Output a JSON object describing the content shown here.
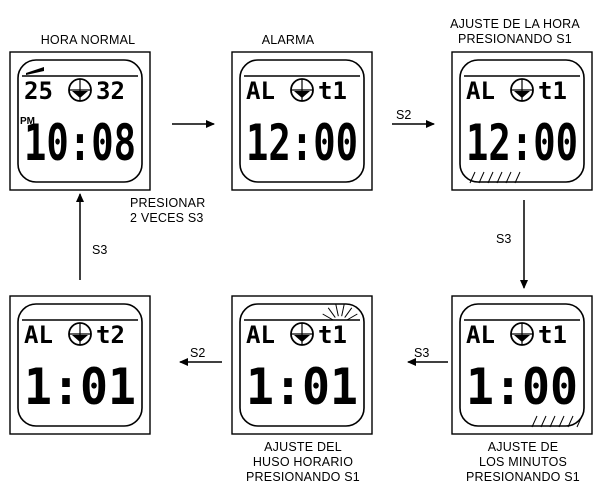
{
  "captions": {
    "hora_normal": "HORA NORMAL",
    "alarma": "ALARMA",
    "ajuste_hora": [
      "AJUSTE DE LA HORA",
      "PRESIONANDO S1"
    ],
    "ajuste_huso": [
      "AJUSTE DEL",
      "HUSO HORARIO",
      "PRESIONANDO S1"
    ],
    "ajuste_minutos": [
      "AJUSTE DE",
      "LOS MINUTOS",
      "PRESIONANDO S1"
    ],
    "presionar": [
      "PRESIONAR",
      "2 VECES S3"
    ]
  },
  "arrows": {
    "s2_top": "S2",
    "s3_right": "S3",
    "s3_bottom": "S3",
    "s2_bottom": "S2",
    "s3_left": "S3"
  },
  "displays": {
    "normal": {
      "top_left": "25",
      "top_right": "32",
      "indicator": "PM",
      "time": "10:08"
    },
    "alarma": {
      "top_left": "AL",
      "top_right": "t1",
      "time": "12:00"
    },
    "ajuste_hora": {
      "top_left": "AL",
      "top_right": "t1",
      "time": "12:00"
    },
    "ajuste_minutos": {
      "top_left": "AL",
      "top_right": "t1",
      "time": "1:00"
    },
    "ajuste_huso": {
      "top_left": "AL",
      "top_right": "t1",
      "time": "1:01"
    },
    "alarma_t2": {
      "top_left": "AL",
      "top_right": "t2",
      "time": "1:01"
    }
  }
}
